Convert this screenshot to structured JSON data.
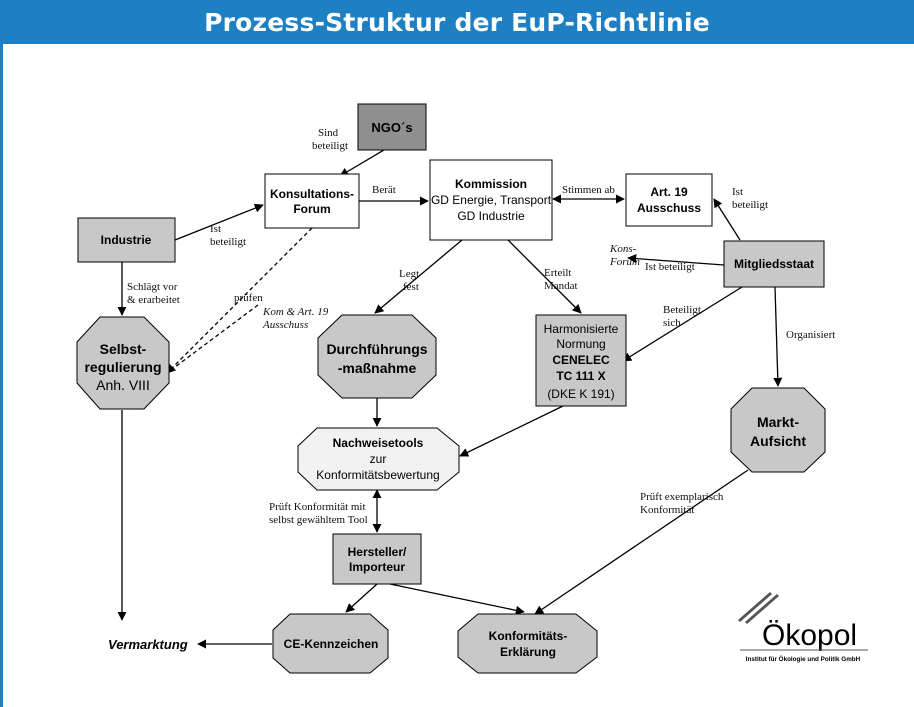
{
  "header": {
    "title": "Prozess-Struktur der EuP-Richtlinie"
  },
  "nodes": {
    "ngo": {
      "label": "NGO´s"
    },
    "konsultationsforum": {
      "line1": "Konsultations-",
      "line2": "Forum"
    },
    "kommission": {
      "line1": "Kommission",
      "line2": "GD Energie, Transport",
      "line3": "GD Industrie"
    },
    "art19": {
      "line1": "Art. 19",
      "line2": "Ausschuss"
    },
    "industrie": {
      "label": "Industrie"
    },
    "mitgliedsstaat": {
      "label": "Mitgliedsstaat"
    },
    "selbstregulierung": {
      "line1": "Selbst-",
      "line2": "regulierung",
      "line3": "Anh. VIII"
    },
    "durchfuehrung": {
      "line1": "Durchführungs",
      "line2": "-maßnahme"
    },
    "normung": {
      "line1": "Harmonisierte",
      "line2": "Normung",
      "line3": "CENELEC",
      "line4": "TC 111 X",
      "line5": "(DKE K 191)"
    },
    "marktaufsicht": {
      "line1": "Markt-",
      "line2": "Aufsicht"
    },
    "nachweisetools": {
      "line1": "Nachweisetools",
      "line2": "zur",
      "line3": "Konformitätsbewertung"
    },
    "hersteller": {
      "line1": "Hersteller/",
      "line2": "Importeur"
    },
    "ce": {
      "label": "CE-Kennzeichen"
    },
    "konformitaet": {
      "line1": "Konformitäts-",
      "line2": "Erklärung"
    },
    "vermarktung": {
      "label": "Vermarktung"
    }
  },
  "edge_labels": {
    "sind": "Sind",
    "beteiligt_ngo": "beteiligt",
    "beraet": "Berät",
    "stimmen_ab": "Stimmen ab",
    "ist_art19": "Ist",
    "beteiligt_art19": "beteiligt",
    "kons": "Kons-",
    "forum_i": "Forum",
    "ist_beteiligt_ms": "Ist beteiligt",
    "ist_ind": "Ist",
    "beteiligt_ind": "beteiligt",
    "schlaegt1": "Schlägt vor",
    "schlaegt2": "& erarbeitet",
    "pruefen": "prüfen",
    "kom_art19": "Kom & Art. 19",
    "ausschuss_i": "Ausschuss",
    "legt": "Legt",
    "fest": "fest",
    "erteilt": "Erteilt",
    "mandat": "Mandat",
    "beteiligt_ms": "Beteiligt",
    "sich": "sich",
    "organisiert": "Organisiert",
    "prueft1": "Prüft Konformität mit",
    "prueft2": "selbst gewähltem Tool",
    "exempl1": "Prüft exemplarisch",
    "exempl2": "Konformität"
  },
  "logo": {
    "name": "Ökopol",
    "subtitle": "Institut für Ökologie und Politik GmbH"
  },
  "colors": {
    "header": "#1e7fc3",
    "node_gray": "#c8c8c8",
    "node_dark": "#8f8f8f",
    "nachweise_fill": "#f2f2f2"
  }
}
